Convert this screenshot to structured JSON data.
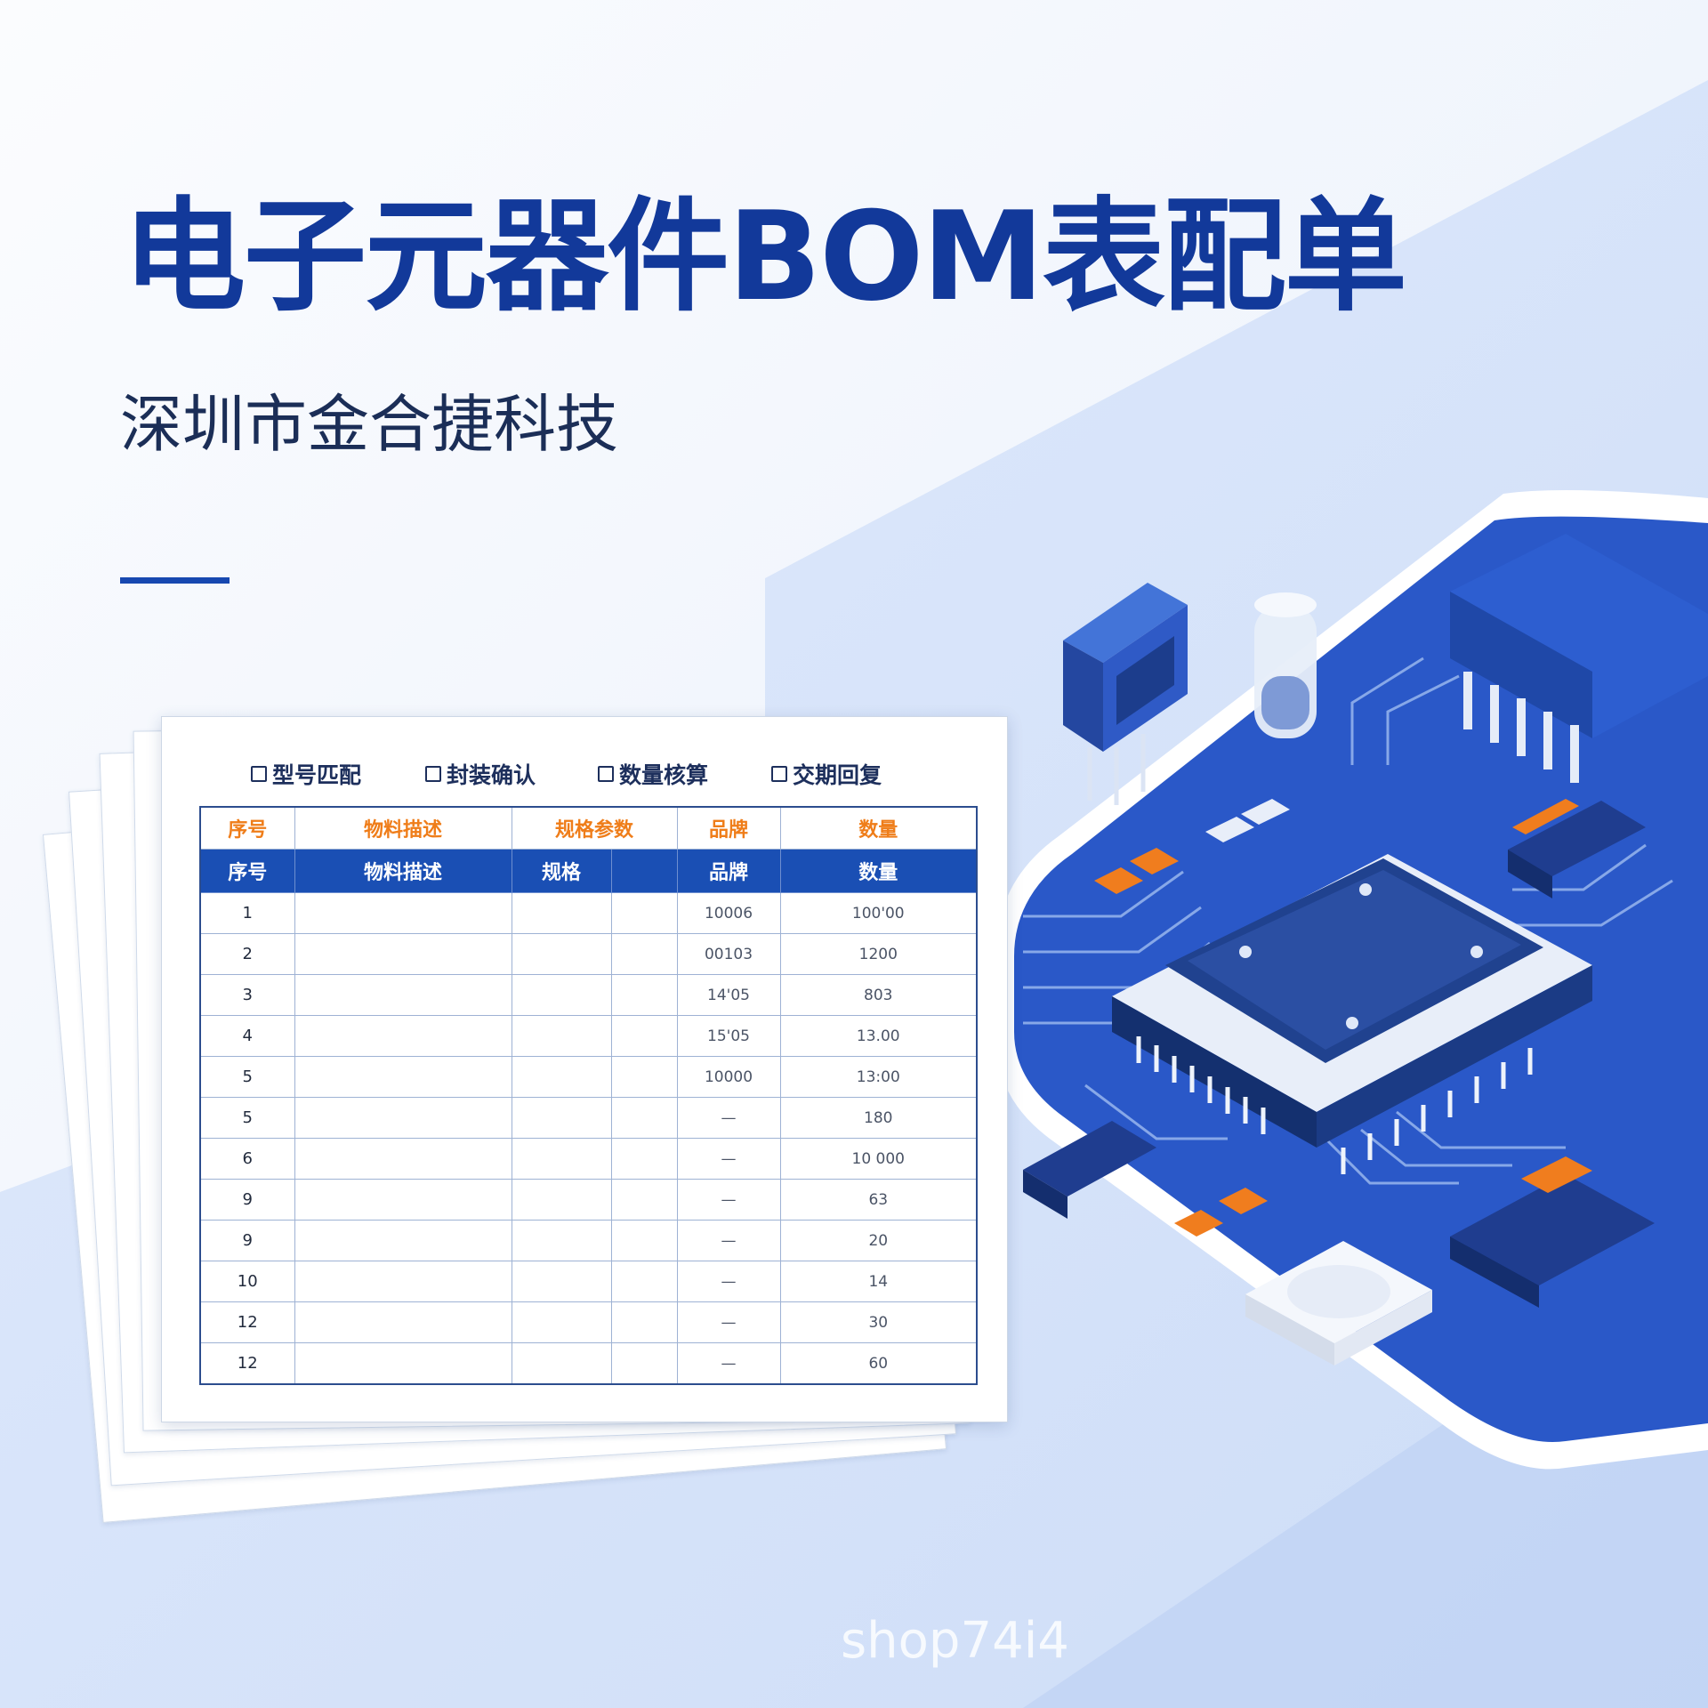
{
  "header": {
    "title": "电子元器件BOM表配单",
    "subtitle": "深圳市金合捷科技"
  },
  "checklist": [
    "型号匹配",
    "封装确认",
    "数量核算",
    "交期回复"
  ],
  "table": {
    "header_orange": [
      "序号",
      "物料描述",
      "规格参数",
      "",
      "品牌",
      "数量"
    ],
    "header_blue": [
      "序号",
      "物料描述",
      "规格",
      "",
      "品牌",
      "数量"
    ],
    "rows": [
      [
        "1",
        "",
        "",
        "",
        "10006",
        "100'00"
      ],
      [
        "2",
        "",
        "",
        "",
        "00103",
        "1200"
      ],
      [
        "3",
        "",
        "",
        "",
        "14'05",
        "803"
      ],
      [
        "4",
        "",
        "",
        "",
        "15'05",
        "13.00"
      ],
      [
        "5",
        "",
        "",
        "",
        "10000",
        "13:00"
      ],
      [
        "5",
        "",
        "",
        "",
        "—",
        "180"
      ],
      [
        "6",
        "",
        "",
        "",
        "—",
        "10 000"
      ],
      [
        "9",
        "",
        "",
        "",
        "—",
        "63"
      ],
      [
        "9",
        "",
        "",
        "",
        "—",
        "20"
      ],
      [
        "10",
        "",
        "",
        "",
        "—",
        "14"
      ],
      [
        "12",
        "",
        "",
        "",
        "—",
        "30"
      ],
      [
        "12",
        "",
        "",
        "",
        "—",
        "60"
      ]
    ]
  },
  "watermark": "shop74i4",
  "colors": {
    "title": "#12399a",
    "header_blue": "#1a4fb4",
    "header_orange": "#ef7d19",
    "board_blue": "#2a58c8",
    "chip_dark": "#1f3a8c",
    "component_orange": "#f07d1e"
  }
}
